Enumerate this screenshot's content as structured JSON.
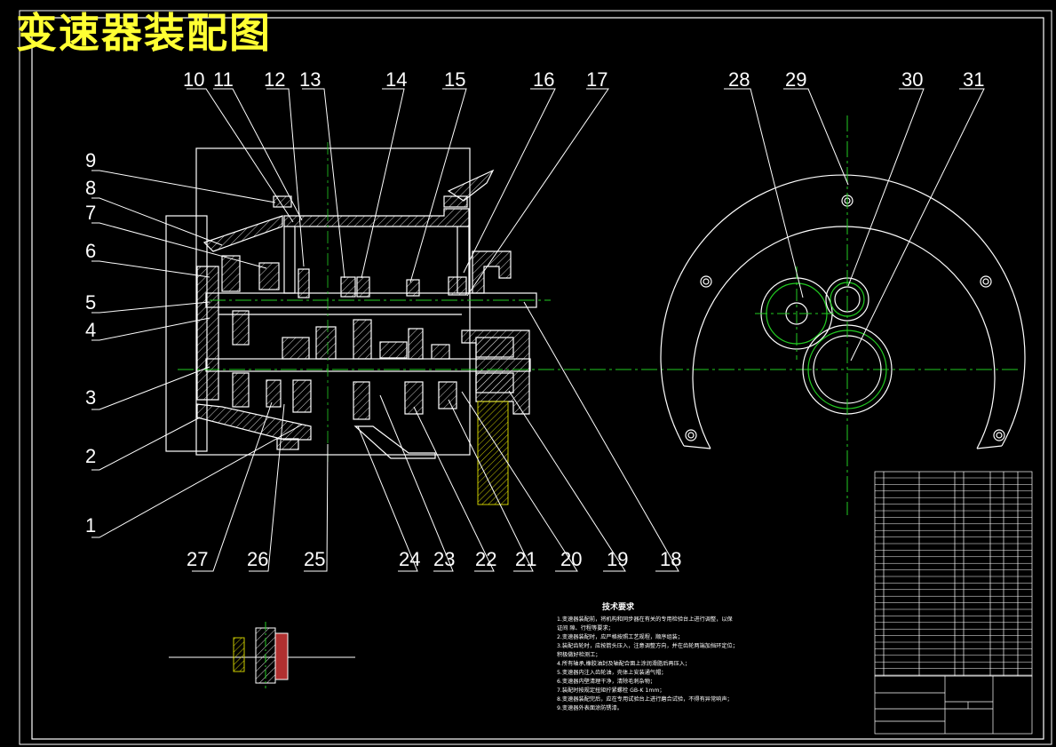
{
  "title": "变速器装配图",
  "callouts": [
    "1",
    "2",
    "3",
    "4",
    "5",
    "6",
    "7",
    "8",
    "9",
    "10",
    "11",
    "12",
    "13",
    "14",
    "15",
    "16",
    "17",
    "18",
    "19",
    "20",
    "21",
    "22",
    "23",
    "24",
    "25",
    "26",
    "27",
    "28",
    "29",
    "30",
    "31"
  ],
  "tech_requirements": {
    "heading": "技术要求",
    "items": [
      "1.变速器装配前，将机构和同步器在有关的专用检验台上进行调整，以保",
      "证间 隙、行程等要求；",
      "2.变速器装配时，应严格按照工艺规程，顺序组装；",
      "3.装配齿轮时，应按箭头压入，注意调整方向，并在齿轮两端加挡环定位；",
      "积极做好检测工；",
      "4.所有轴承,橡胶油封及轴配合面上涂润滑脂后再压入；",
      "5.变速器内注入齿轮油，壳体上安装通气帽；",
      "6.变速器内壁清理干净，清除毛刺杂物；",
      "7.装配时按规定扭矩拧紧螺栓 GB-K 1mm；",
      "8.变速器装配完后，应在专用试验台上进行磨合试验，不得有异常响声；",
      "9.变速器外表面涂防锈漆。"
    ]
  },
  "colors": {
    "background": "#000000",
    "title": "#ffff33",
    "lines": "#ffffff",
    "centerline": "#22cc22",
    "hatch": "#cccc00",
    "table_text_blue": "#3355ff"
  }
}
